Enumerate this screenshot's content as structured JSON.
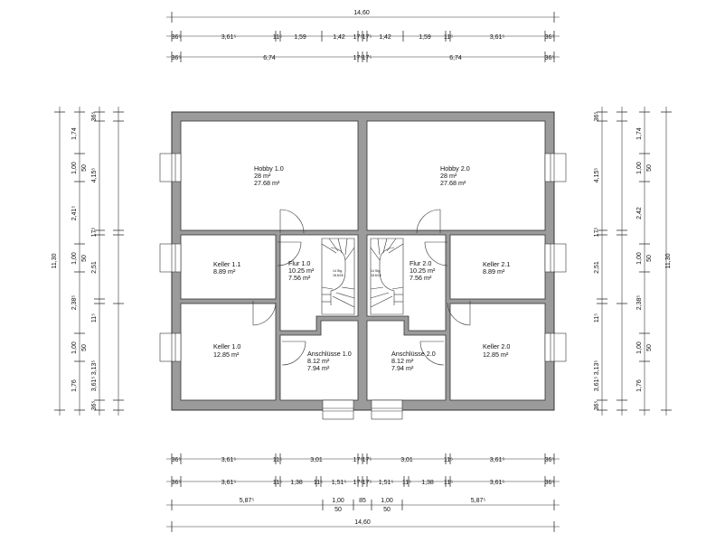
{
  "rooms": {
    "hobby_1": {
      "name": "Hobby 1.0",
      "area": "28 m²",
      "living_area": "27.68 m²"
    },
    "hobby_2": {
      "name": "Hobby 2.0",
      "area": "28 m²",
      "living_area": "27.68 m²"
    },
    "keller_11": {
      "name": "Keller 1.1",
      "area": "8.89 m²"
    },
    "keller_21": {
      "name": "Keller 2.1",
      "area": "8.89 m²"
    },
    "flur_1": {
      "name": "Flur 1.0",
      "area": "10.25 m²",
      "living_area": "7.56 m²"
    },
    "flur_2": {
      "name": "Flur 2.0",
      "area": "10.25 m²",
      "living_area": "7.56 m²"
    },
    "keller_10": {
      "name": "Keller 1.0",
      "area": "12.85 m²"
    },
    "keller_20": {
      "name": "Keller 2.0",
      "area": "12.85 m²"
    },
    "anschluesse_1": {
      "name": "Anschlüsse 1.0",
      "area": "8.12 m²",
      "living_area": "7.94 m²"
    },
    "anschluesse_2": {
      "name": "Anschlüsse 2.0",
      "area": "8.12 m²",
      "living_area": "7.94 m²"
    }
  },
  "stairs": {
    "left": {
      "line1": "14 Stg.",
      "line2": "18.6/26"
    },
    "right": {
      "line1": "14 Stg.",
      "line2": "18.6/26"
    }
  },
  "dimensions": {
    "top_overall": "14,60",
    "top_row1": [
      "36⁵",
      "3,61⁵",
      "11⁵",
      "1,59",
      "1,42",
      "17⁵",
      "17⁵",
      "1,42",
      "1,59",
      "11⁵",
      "3,61⁵",
      "36⁵"
    ],
    "top_row2": [
      "36⁵",
      "6,74",
      "17⁵",
      "17⁵",
      "6,74",
      "36⁵"
    ],
    "bottom_row1": [
      "36⁵",
      "3,61⁵",
      "11⁵",
      "3,01",
      "17⁵",
      "17⁵",
      "3,01",
      "11⁵",
      "3,61⁵",
      "36⁵"
    ],
    "bottom_row2": [
      "36⁵",
      "3,61⁵",
      "11⁵",
      "1,38",
      "11⁵",
      "1,51⁵",
      "17⁵",
      "17⁵",
      "1,51⁵",
      "11⁵",
      "1,38",
      "11⁵",
      "3,61⁵",
      "36⁵"
    ],
    "bottom_row3": {
      "a": "5,87⁵",
      "b": "1,00",
      "b_sub": "50",
      "c": "85",
      "d": "1,00",
      "d_sub": "50",
      "e": "5,87⁵"
    },
    "bottom_overall": "14,60",
    "left_overall": "11,30",
    "right_overall": "11,30",
    "left_col1": [
      "1,74",
      "1,00",
      "50",
      "2,41⁵",
      "1,00",
      "50",
      "2,38⁵",
      "1,00",
      "50",
      "1,76"
    ],
    "left_col2": [
      "36⁵",
      "4,15⁵",
      "17⁵",
      "2,51",
      "11⁵",
      "3,13⁵",
      "3,61⁵",
      "36⁵"
    ],
    "right_col1": [
      "36⁵",
      "4,15⁵",
      "17⁵",
      "2,51",
      "11⁵",
      "3,13⁵",
      "3,61⁵",
      "36⁵"
    ],
    "right_col2": [
      "1,74",
      "1,00",
      "50",
      "2,42",
      "1,00",
      "50",
      "2,38⁵",
      "1,00",
      "50",
      "1,76"
    ]
  }
}
